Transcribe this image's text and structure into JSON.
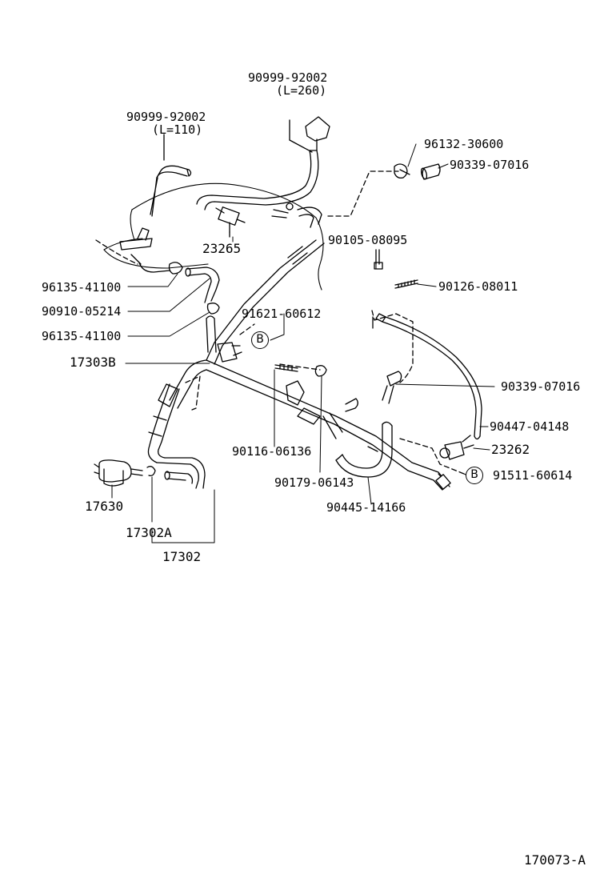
{
  "figure_code": "170073-A",
  "callout_letter": "B",
  "labels": {
    "hose_260_part": "90999-92002",
    "hose_260_len": "(L=260)",
    "hose_110_part": "90999-92002",
    "hose_110_len": "(L=110)",
    "clip_96132": "96132-30600",
    "hose_90339_top": "90339-07016",
    "vsv_23265": "23265",
    "bolt_90105": "90105-08095",
    "stud_90126": "90126-08011",
    "clip_96135_a": "96135-41100",
    "hose_90910": "90910-05214",
    "clip_96135_b": "96135-41100",
    "bolt_91621": "91621-60612",
    "hose_17303B": "17303B",
    "hose_90339_mid": "90339-07016",
    "hose_90447": "90447-04148",
    "vsv_23262": "23262",
    "bolt_91511": "91511-60614",
    "stud_90116": "90116-06136",
    "nut_90179": "90179-06143",
    "hose_90445": "90445-14166",
    "valve_17630": "17630",
    "hose_17302A": "17302A",
    "hose_17302": "17302"
  }
}
